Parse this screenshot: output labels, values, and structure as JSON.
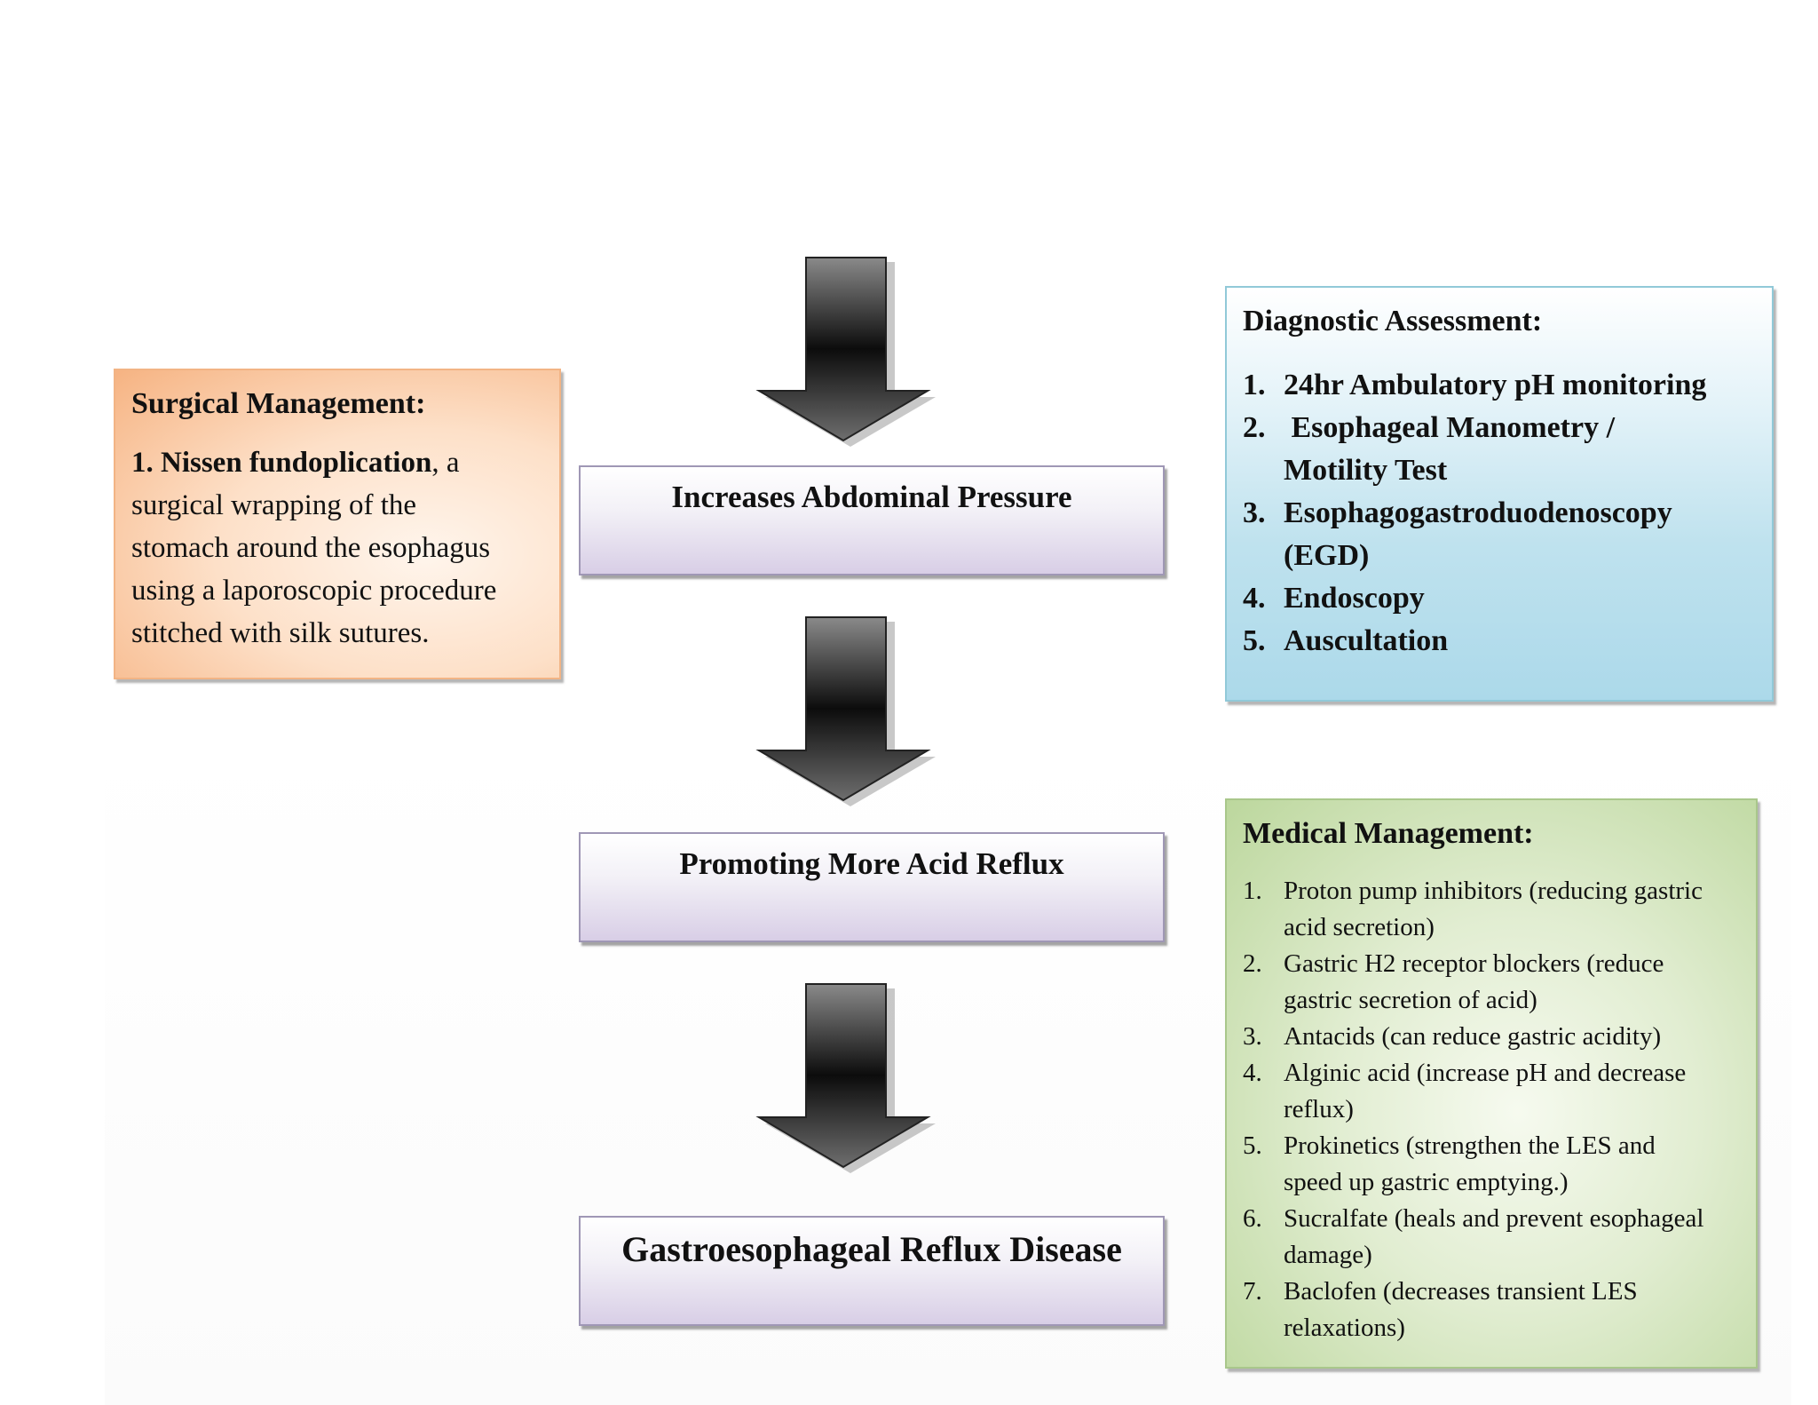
{
  "flow": {
    "steps": [
      {
        "label": "Increases Abdominal Pressure"
      },
      {
        "label": "Promoting More Acid Reflux"
      },
      {
        "label": "Gastroesophageal Reflux Disease"
      }
    ]
  },
  "surgical": {
    "title": "Surgical Management:",
    "item_number": "1.",
    "item_name": "Nissen fundoplication",
    "item_text_lines": [
      ", a",
      "surgical wrapping of the",
      "stomach around the esophagus",
      "using a laporoscopic procedure",
      "stitched with silk sutures."
    ]
  },
  "diagnostic": {
    "title": "Diagnostic Assessment:",
    "items": [
      {
        "num": "1.",
        "lines": [
          "24hr Ambulatory pH monitoring"
        ]
      },
      {
        "num": "2.",
        "lines": [
          " Esophageal Manometry /",
          "Motility Test"
        ]
      },
      {
        "num": "3.",
        "lines": [
          "Esophagogastroduodenoscopy",
          "(EGD)"
        ]
      },
      {
        "num": "4.",
        "lines": [
          "Endoscopy"
        ]
      },
      {
        "num": "5.",
        "lines": [
          "Auscultation"
        ]
      }
    ]
  },
  "medical": {
    "title": "Medical Management:",
    "items": [
      {
        "num": "1.",
        "lines": [
          "Proton pump inhibitors (reducing gastric",
          "acid secretion)"
        ]
      },
      {
        "num": "2.",
        "lines": [
          "Gastric H2 receptor blockers (reduce",
          "gastric secretion of acid)"
        ]
      },
      {
        "num": "3.",
        "lines": [
          "Antacids (can reduce gastric acidity)"
        ]
      },
      {
        "num": "4.",
        "lines": [
          "Alginic acid (increase pH and decrease",
          "reflux)"
        ]
      },
      {
        "num": "5.",
        "lines": [
          "Prokinetics (strengthen the LES and",
          "speed up gastric emptying.)"
        ]
      },
      {
        "num": "6.",
        "lines": [
          "Sucralfate (heals and prevent esophageal",
          "damage)"
        ]
      },
      {
        "num": "7.",
        "lines": [
          "Baclofen (decreases transient LES",
          "relaxations)"
        ]
      }
    ]
  },
  "colors": {
    "arrow_dark": "#111111",
    "arrow_light": "#7a7a7a",
    "flow_border": "#9f97b5",
    "surgical_fill": "#f6b382",
    "diagnostic_fill": "#acd9ea",
    "medical_fill": "#bcd79d"
  }
}
